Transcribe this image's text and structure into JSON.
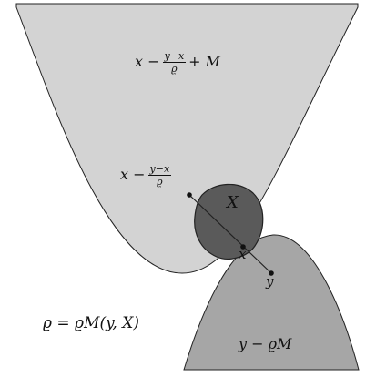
{
  "labels": {
    "upper_region": {
      "pre": "x −",
      "num": "y−x",
      "den": "ϱ",
      "post": "+ M"
    },
    "shifted_point": {
      "pre": "x −",
      "num": "y−x",
      "den": "ϱ"
    },
    "set_X": "X",
    "point_x": "x",
    "point_y": "y",
    "rho_def": "ϱ = ϱM(y, X)",
    "lower_region": "y − ϱM"
  },
  "colors": {
    "upper_fill": "#d3d3d3",
    "lower_fill": "#a6a6a6",
    "set_fill": "#5a5a5a",
    "stroke": "#222222"
  }
}
